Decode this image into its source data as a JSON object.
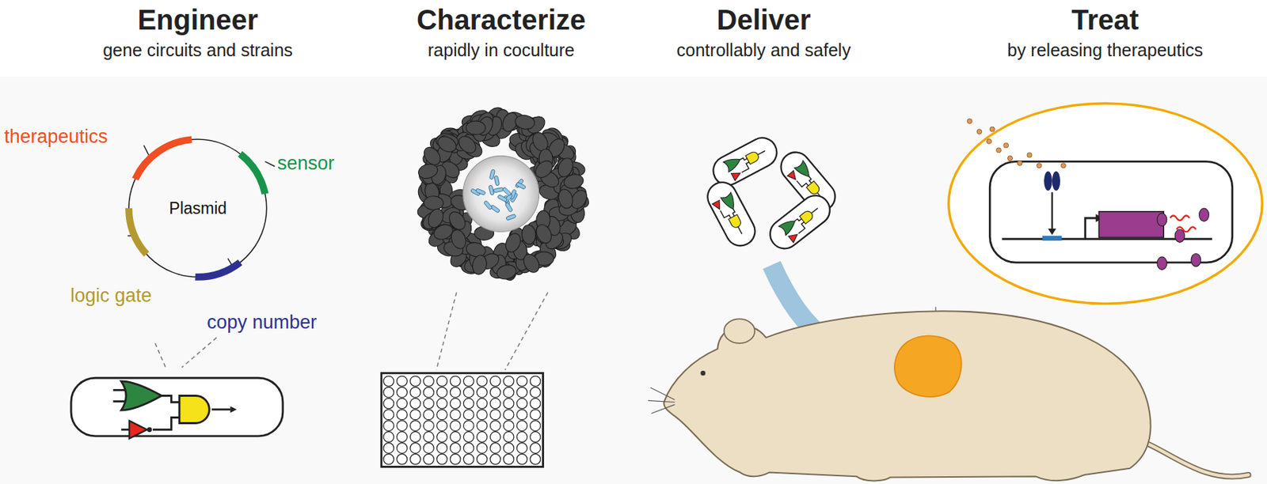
{
  "diagram": {
    "nodes": [
      {
        "text": [
          "Plasmid"
        ]
      }
    ],
    "labels": [
      "Engineer",
      "gene circuits and strains",
      "Characterize",
      "rapidly in coculture",
      "Deliver",
      "controllably and safely",
      "Treat",
      "by releasing therapeutics",
      "therapeutics",
      "sensor",
      "logic gate",
      "copy number"
    ]
  }
}
